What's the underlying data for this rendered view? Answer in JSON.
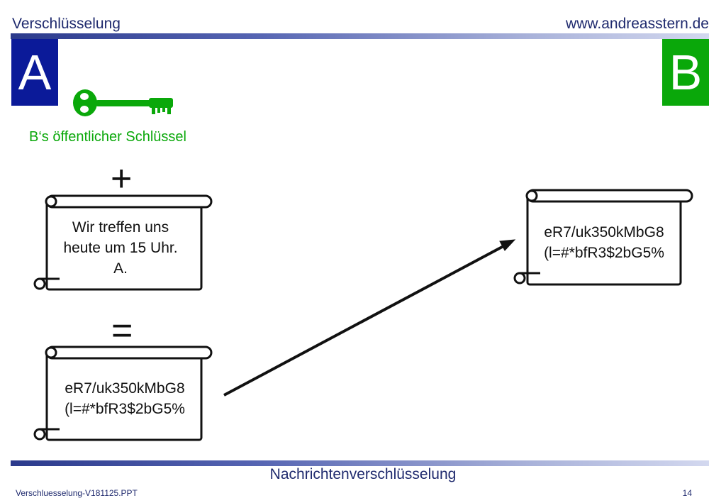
{
  "header": {
    "title": "Verschlüsselung",
    "url": "www.andreasstern.de"
  },
  "sender": {
    "label": "A",
    "color": "#0b1a99"
  },
  "receiver": {
    "label": "B",
    "color": "#0aa80a"
  },
  "key": {
    "label": "B‘s öffentlicher Schlüssel",
    "color": "#0aa80a"
  },
  "operators": {
    "plus": "+",
    "equals": "="
  },
  "plaintext": {
    "lines": [
      "Wir treffen uns",
      "heute um 15 Uhr.",
      "A."
    ]
  },
  "ciphertext": {
    "lines": [
      "eR7/uk350kMbG8",
      "(l=#*bfR3$2bG5%"
    ]
  },
  "received": {
    "lines": [
      "eR7/uk350kMbG8",
      "(l=#*bfR3$2bG5%"
    ]
  },
  "footer": {
    "center": "Nachrichtenverschlüsselung",
    "left": "Verschluesselung-V181125.PPT",
    "page": "14"
  }
}
